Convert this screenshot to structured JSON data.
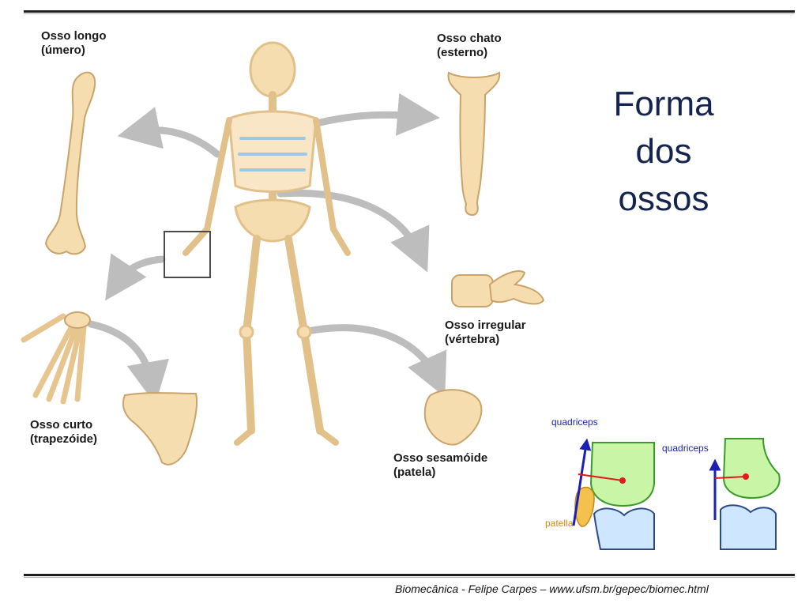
{
  "title": {
    "line1": "Forma",
    "line2": "dos",
    "line3": "ossos"
  },
  "bones": {
    "long": {
      "name": "Osso longo",
      "example": "(úmero)"
    },
    "flat": {
      "name": "Osso chato",
      "example": "(esterno)"
    },
    "irregular": {
      "name": "Osso irregular",
      "example": "(vértebra)"
    },
    "short": {
      "name": "Osso curto",
      "example": "(trapezóide)"
    },
    "sesamoid": {
      "name": "Osso sesamóide",
      "example": "(patela)"
    }
  },
  "knee_diagram": {
    "left_label": "quadriceps",
    "right_label": "quadriceps",
    "patella_label": "patella",
    "colors": {
      "femur": "#c8f5a6",
      "tibia": "#cfe6ff",
      "patella": "#f4c14e",
      "force": "#1a1fb8",
      "moment": "#e11a1a"
    }
  },
  "footer": {
    "text": "Biomecânica - Felipe Carpes – www.ufsm.br/gepec/biomec.html"
  },
  "colors": {
    "bone": "#f6ddb0",
    "bone_outline": "#c9a36a",
    "arrow": "#bdbdbd",
    "title": "#15244f"
  }
}
